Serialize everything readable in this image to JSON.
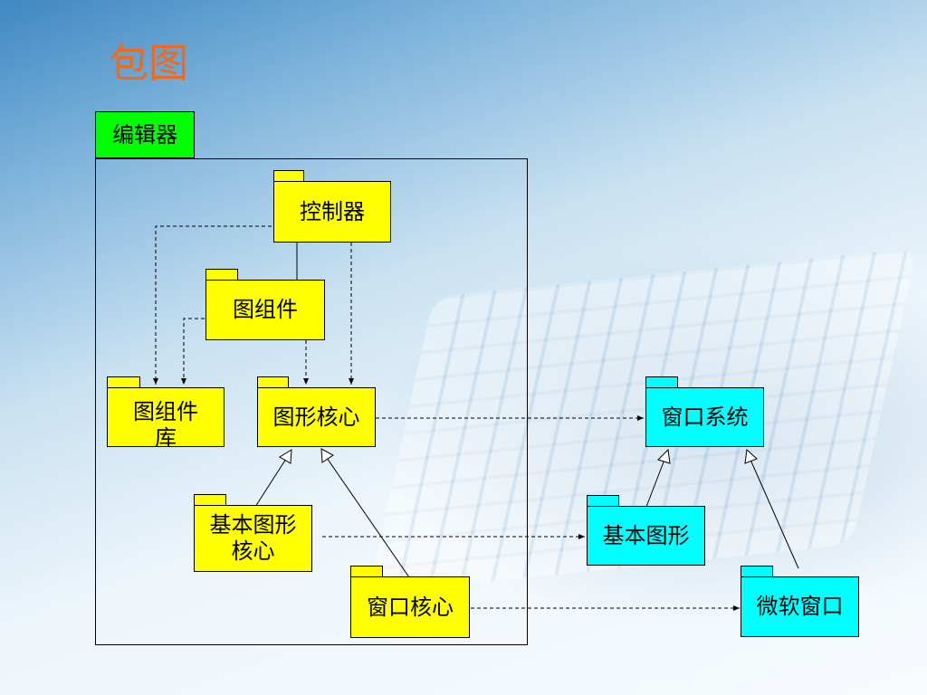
{
  "slide": {
    "title": "包图"
  },
  "packages": {
    "editor": "编辑器",
    "controller": "控制器",
    "graph_component": "图组件",
    "graph_component_lib": "图组件\n库",
    "graph_core": "图形核心",
    "basic_graph_core": "基本图形\n核心",
    "window_core": "窗口核心",
    "window_system": "窗口系统",
    "basic_graph": "基本图形",
    "ms_window": "微软窗口"
  },
  "colors": {
    "title": "#ef6a1c",
    "inner_package": "#ffff00",
    "outer_package": "#00ffff",
    "editor_tab": "#00ff00"
  }
}
